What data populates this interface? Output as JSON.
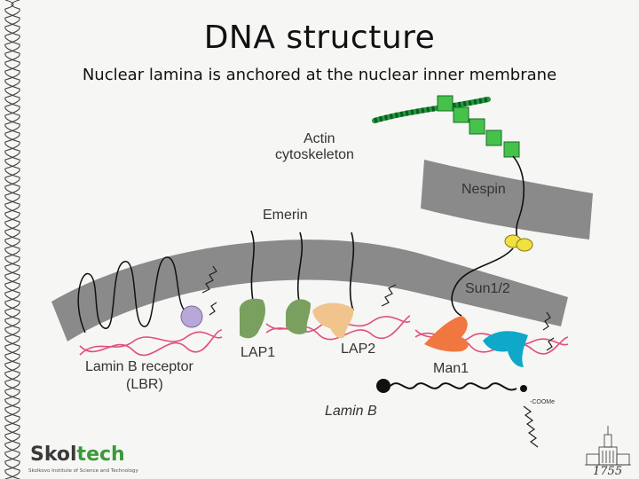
{
  "slide": {
    "title": "DNA structure",
    "subtitle": "Nuclear lamina is anchored at the nuclear inner membrane"
  },
  "diagram": {
    "labels": {
      "actin": [
        "Actin",
        "cytoskeleton"
      ],
      "nespin": "Nespin",
      "emerin": "Emerin",
      "sun": "Sun1/2",
      "lbr": [
        "Lamin B receptor",
        "(LBR)"
      ],
      "lap1": "LAP1",
      "lap2": "LAP2",
      "man1": "Man1",
      "lamin_b": "Lamin B",
      "coome": "-COOMe"
    },
    "colors": {
      "membrane": "#8a8a8a",
      "actin_chain": "#1f9a3a",
      "actin_square": "#44c24a",
      "dna": "#e0507a",
      "lbr": "#b8a8d8",
      "lap1": "#7aa060",
      "lap2": "#f0c48c",
      "man1_orange": "#f07840",
      "man1_teal": "#10a8c8",
      "sun_yellow": "#f0e040"
    }
  },
  "branding": {
    "logo_main": "Skol",
    "logo_accent": "tech",
    "logo_sub": "Skolkovo Institute of Science and Technology",
    "year": "1755"
  }
}
